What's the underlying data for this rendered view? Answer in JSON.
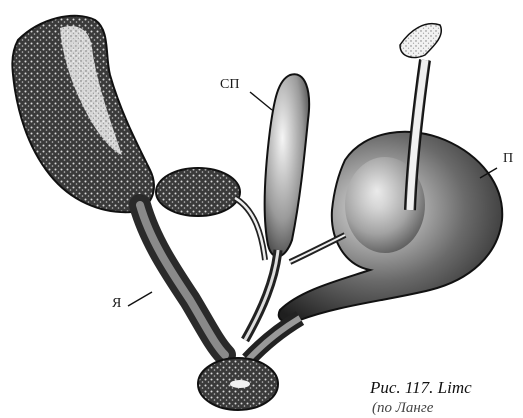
{
  "labels": {
    "sp": "СП",
    "p": "П",
    "ya": "Я"
  },
  "caption": {
    "line1": "Рис. 117. Limc",
    "line2": "(по Ланге"
  }
}
